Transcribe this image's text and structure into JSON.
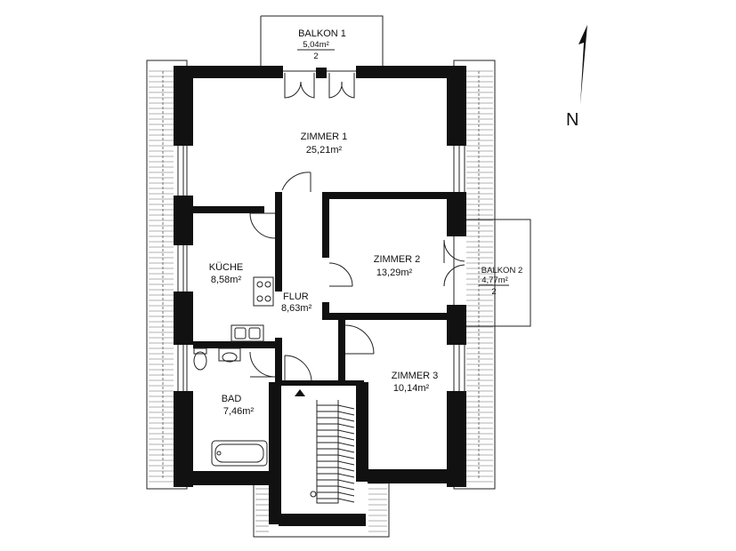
{
  "compass": {
    "label": "N"
  },
  "rooms": {
    "balkon1": {
      "name": "BALKON 1",
      "area": "5,04m²",
      "note": "2"
    },
    "zimmer1": {
      "name": "ZIMMER 1",
      "area": "25,21m²"
    },
    "zimmer2": {
      "name": "ZIMMER 2",
      "area": "13,29m²"
    },
    "balkon2": {
      "name": "BALKON 2",
      "area": "4,77m²",
      "note": "2"
    },
    "kueche": {
      "name": "KÜCHE",
      "area": "8,58m²"
    },
    "flur": {
      "name": "FLUR",
      "area": "8,63m²"
    },
    "zimmer3": {
      "name": "ZIMMER 3",
      "area": "10,14m²"
    },
    "bad": {
      "name": "BAD",
      "area": "7,46m²"
    }
  }
}
